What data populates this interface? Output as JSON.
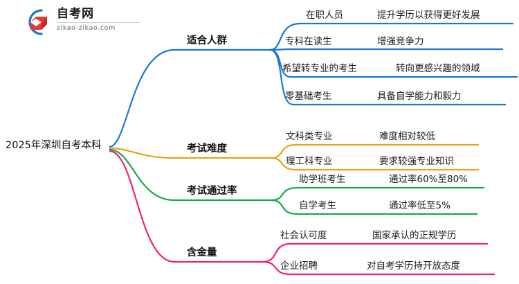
{
  "logo": {
    "name_cn": "自考网",
    "url": "zikao-zikao.com",
    "mark_arc_color": "#1277c4",
    "mark_cap_color": "#e23a36"
  },
  "mindmap": {
    "root": "2025年深圳自考本科",
    "branches": [
      {
        "label": "适合人群",
        "color": "#1878d8",
        "items": [
          {
            "leaf": "在职人员",
            "detail": "提升学历以获得更好发展"
          },
          {
            "leaf": "专科在读生",
            "detail": "增强竞争力"
          },
          {
            "leaf": "希望转专业的考生",
            "detail": "转向更感兴趣的领域"
          },
          {
            "leaf": "零基础考生",
            "detail": "具备自学能力和毅力"
          }
        ]
      },
      {
        "label": "考试难度",
        "color": "#e8a317",
        "items": [
          {
            "leaf": "文科类专业",
            "detail": "难度相对较低"
          },
          {
            "leaf": "理工科专业",
            "detail": "要求较强专业知识"
          }
        ]
      },
      {
        "label": "考试通过率",
        "color": "#16a94c",
        "items": [
          {
            "leaf": "助学班考生",
            "detail": "通过率60%至80%"
          },
          {
            "leaf": "自学考生",
            "detail": "通过率低至5%"
          }
        ]
      },
      {
        "label": "含金量",
        "color": "#f01f7a",
        "items": [
          {
            "leaf": "社会认可度",
            "detail": "国家承认的正规学历"
          },
          {
            "leaf": "企业招聘",
            "detail": "对自考学历持开放态度"
          }
        ]
      }
    ]
  }
}
